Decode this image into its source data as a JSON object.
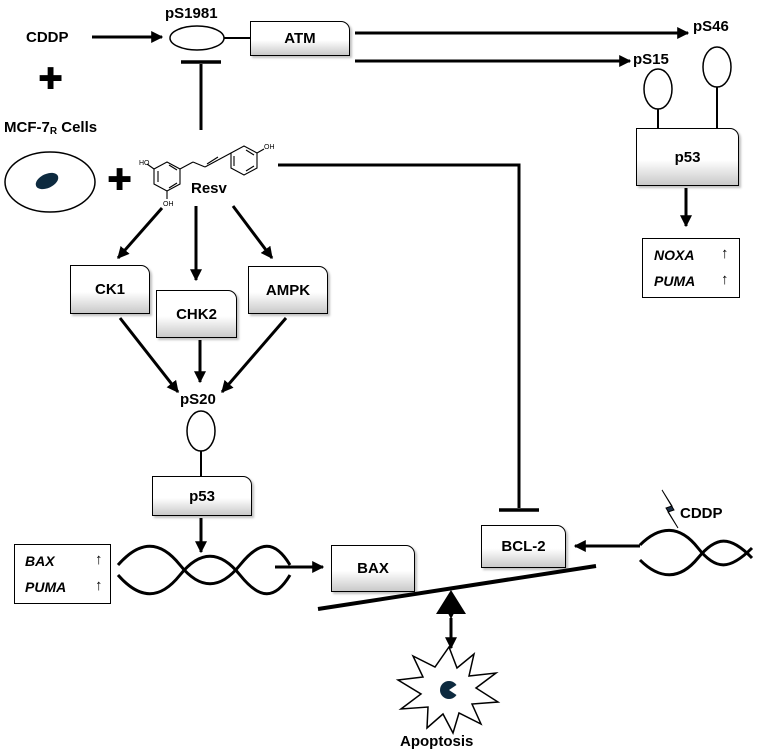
{
  "inputs": {
    "cddp_top": "CDDP",
    "cells_main": "MCF-7",
    "cells_sub": "R",
    "cells_suffix": " Cells",
    "resv": "Resv",
    "cddp_right": "CDDP"
  },
  "phospho": {
    "ps1981": "pS1981",
    "ps46": "pS46",
    "ps15": "pS15",
    "ps20": "pS20"
  },
  "proteins": {
    "atm": "ATM",
    "p53_top": "p53",
    "ck1": "CK1",
    "chk2": "CHK2",
    "ampk": "AMPK",
    "p53_bottom": "p53",
    "bax": "BAX",
    "bcl2": "BCL-2"
  },
  "upregulated_right": [
    {
      "gene": "NOXA",
      "arrow": "↑"
    },
    {
      "gene": "PUMA",
      "arrow": "↑"
    }
  ],
  "upregulated_left": [
    {
      "gene": "BAX",
      "arrow": "↑"
    },
    {
      "gene": "PUMA",
      "arrow": "↑"
    }
  ],
  "outcome": "Apoptosis",
  "plus_sign": "✚",
  "colors": {
    "ink": "#000000",
    "nucleus": "#0d2a3f",
    "lightning": "#1d2f45"
  }
}
